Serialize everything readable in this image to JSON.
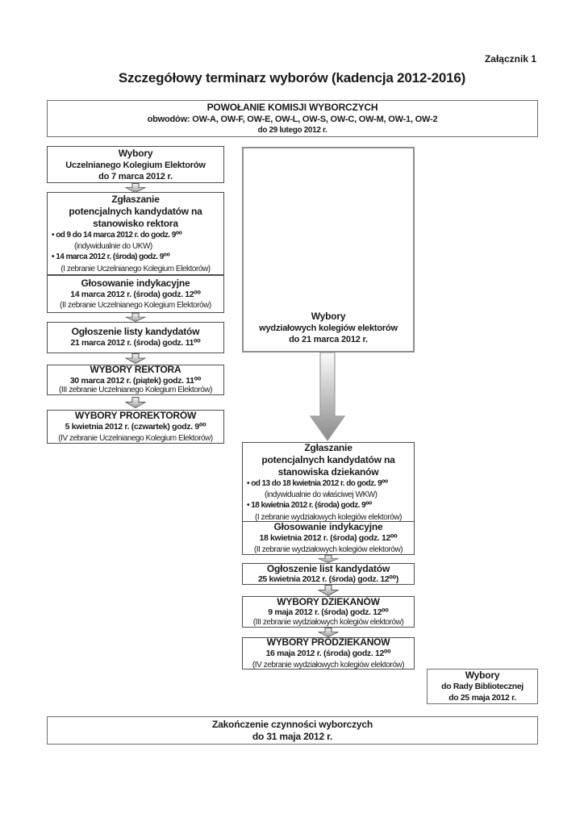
{
  "page": {
    "attachment": "Załącznik 1",
    "title": "Szczegółowy terminarz wyborów (kadencja 2012-2016)"
  },
  "ui": {
    "bullet": "•"
  },
  "colors": {
    "box_border": "#4d4d4d",
    "light_border": "#6e6e6e",
    "tall_box_border": "#8e8e8e",
    "arrow_fill_top": "#f6f6f6",
    "arrow_fill_bottom": "#8a8a8a"
  },
  "commissions_box": {
    "title": "POWOŁANIE KOMISJI WYBORCZYCH",
    "districts": "obwodów: OW-A, OW-F, OW-E, OW-L, OW-S, OW-C, OW-M, OW-1, OW-2",
    "deadline": "do 29 lutego 2012 r."
  },
  "left": {
    "electors": {
      "title": "Wybory",
      "body": "Uczelnianego Kolegium Elektorów",
      "deadline": "do 7 marca 2012 r."
    },
    "candidates": {
      "h1": "Zgłaszanie",
      "h2": "potencjalnych kandydatów na",
      "h3": "stanowisko rektora",
      "b1": "od 9 do 14 marca 2012 r. do godz. 9⁰⁰",
      "n1": "(indywidualnie do UKW)",
      "b2": "14 marca 2012 r. (środa) godz. 9⁰⁰",
      "n2": "(I zebranie Uczelnianego Kolegium Elektorów)"
    },
    "indicative": {
      "title": "Głosowanie indykacyjne",
      "date": "14 marca 2012 r. (środa) godz. 12⁰⁰",
      "note": "(II zebranie Uczelnianego Kolegium Elektorów)"
    },
    "announcement": {
      "title": "Ogłoszenie listy kandydatów",
      "date": "21 marca 2012 r. (środa) godz. 11⁰⁰"
    },
    "rector": {
      "title": "WYBORY REKTORA",
      "date": "30 marca 2012 r. (piątek) godz. 11⁰⁰",
      "note": "(III zebranie Uczelnianego Kolegium Elektorów)"
    },
    "vice_rectors": {
      "title": "WYBORY PROREKTORÓW",
      "date": "5 kwietnia 2012 r. (czwartek) godz. 9⁰⁰",
      "note": "(IV zebranie Uczelnianego Kolegium Elektorów)"
    }
  },
  "right": {
    "faculty": {
      "title": "Wybory",
      "body": "wydziałowych kolegiów elektorów",
      "deadline": "do 21 marca 2012 r."
    },
    "candidates": {
      "h1": "Zgłaszanie",
      "h2": "potencjalnych kandydatów na",
      "h3": "stanowiska dziekanów",
      "b1": "od 13 do 18 kwietnia 2012 r. do godz. 9⁰⁰",
      "n1": "(indywidualnie do właściwej WKW)",
      "b2": "18 kwietnia 2012 r. (środa) godz. 9⁰⁰",
      "n2": "(I zebranie wydziałowych kolegiów elektorów)"
    },
    "indicative": {
      "title": "Głosowanie indykacyjne",
      "date": "18 kwietnia 2012 r. (środa) godz. 12⁰⁰",
      "note": "(II zebranie wydziałowych kolegiów elektorów)"
    },
    "announcement": {
      "title": "Ogłoszenie list kandydatów",
      "date": "25 kwietnia 2012 r. (środa) godz. 12⁰⁰)"
    },
    "deans": {
      "title": "WYBORY DZIEKANÓW",
      "date": "9 maja 2012 r. (środa) godz. 12⁰⁰",
      "note": "(III zebranie wydziałowych kolegiów elektorów)"
    },
    "vice_deans": {
      "title": "WYBORY PRODZIEKANÓW",
      "date": "16 maja 2012 r. (środa) godz. 12⁰⁰",
      "note": "(IV zebranie wydziałowych kolegiów elektorów)"
    }
  },
  "library_box": {
    "title": "Wybory",
    "body": "do Rady Bibliotecznej",
    "deadline": "do 25 maja 2012 r."
  },
  "completion_box": {
    "title": "Zakończenie czynności wyborczych",
    "deadline": "do 31 maja 2012 r."
  }
}
